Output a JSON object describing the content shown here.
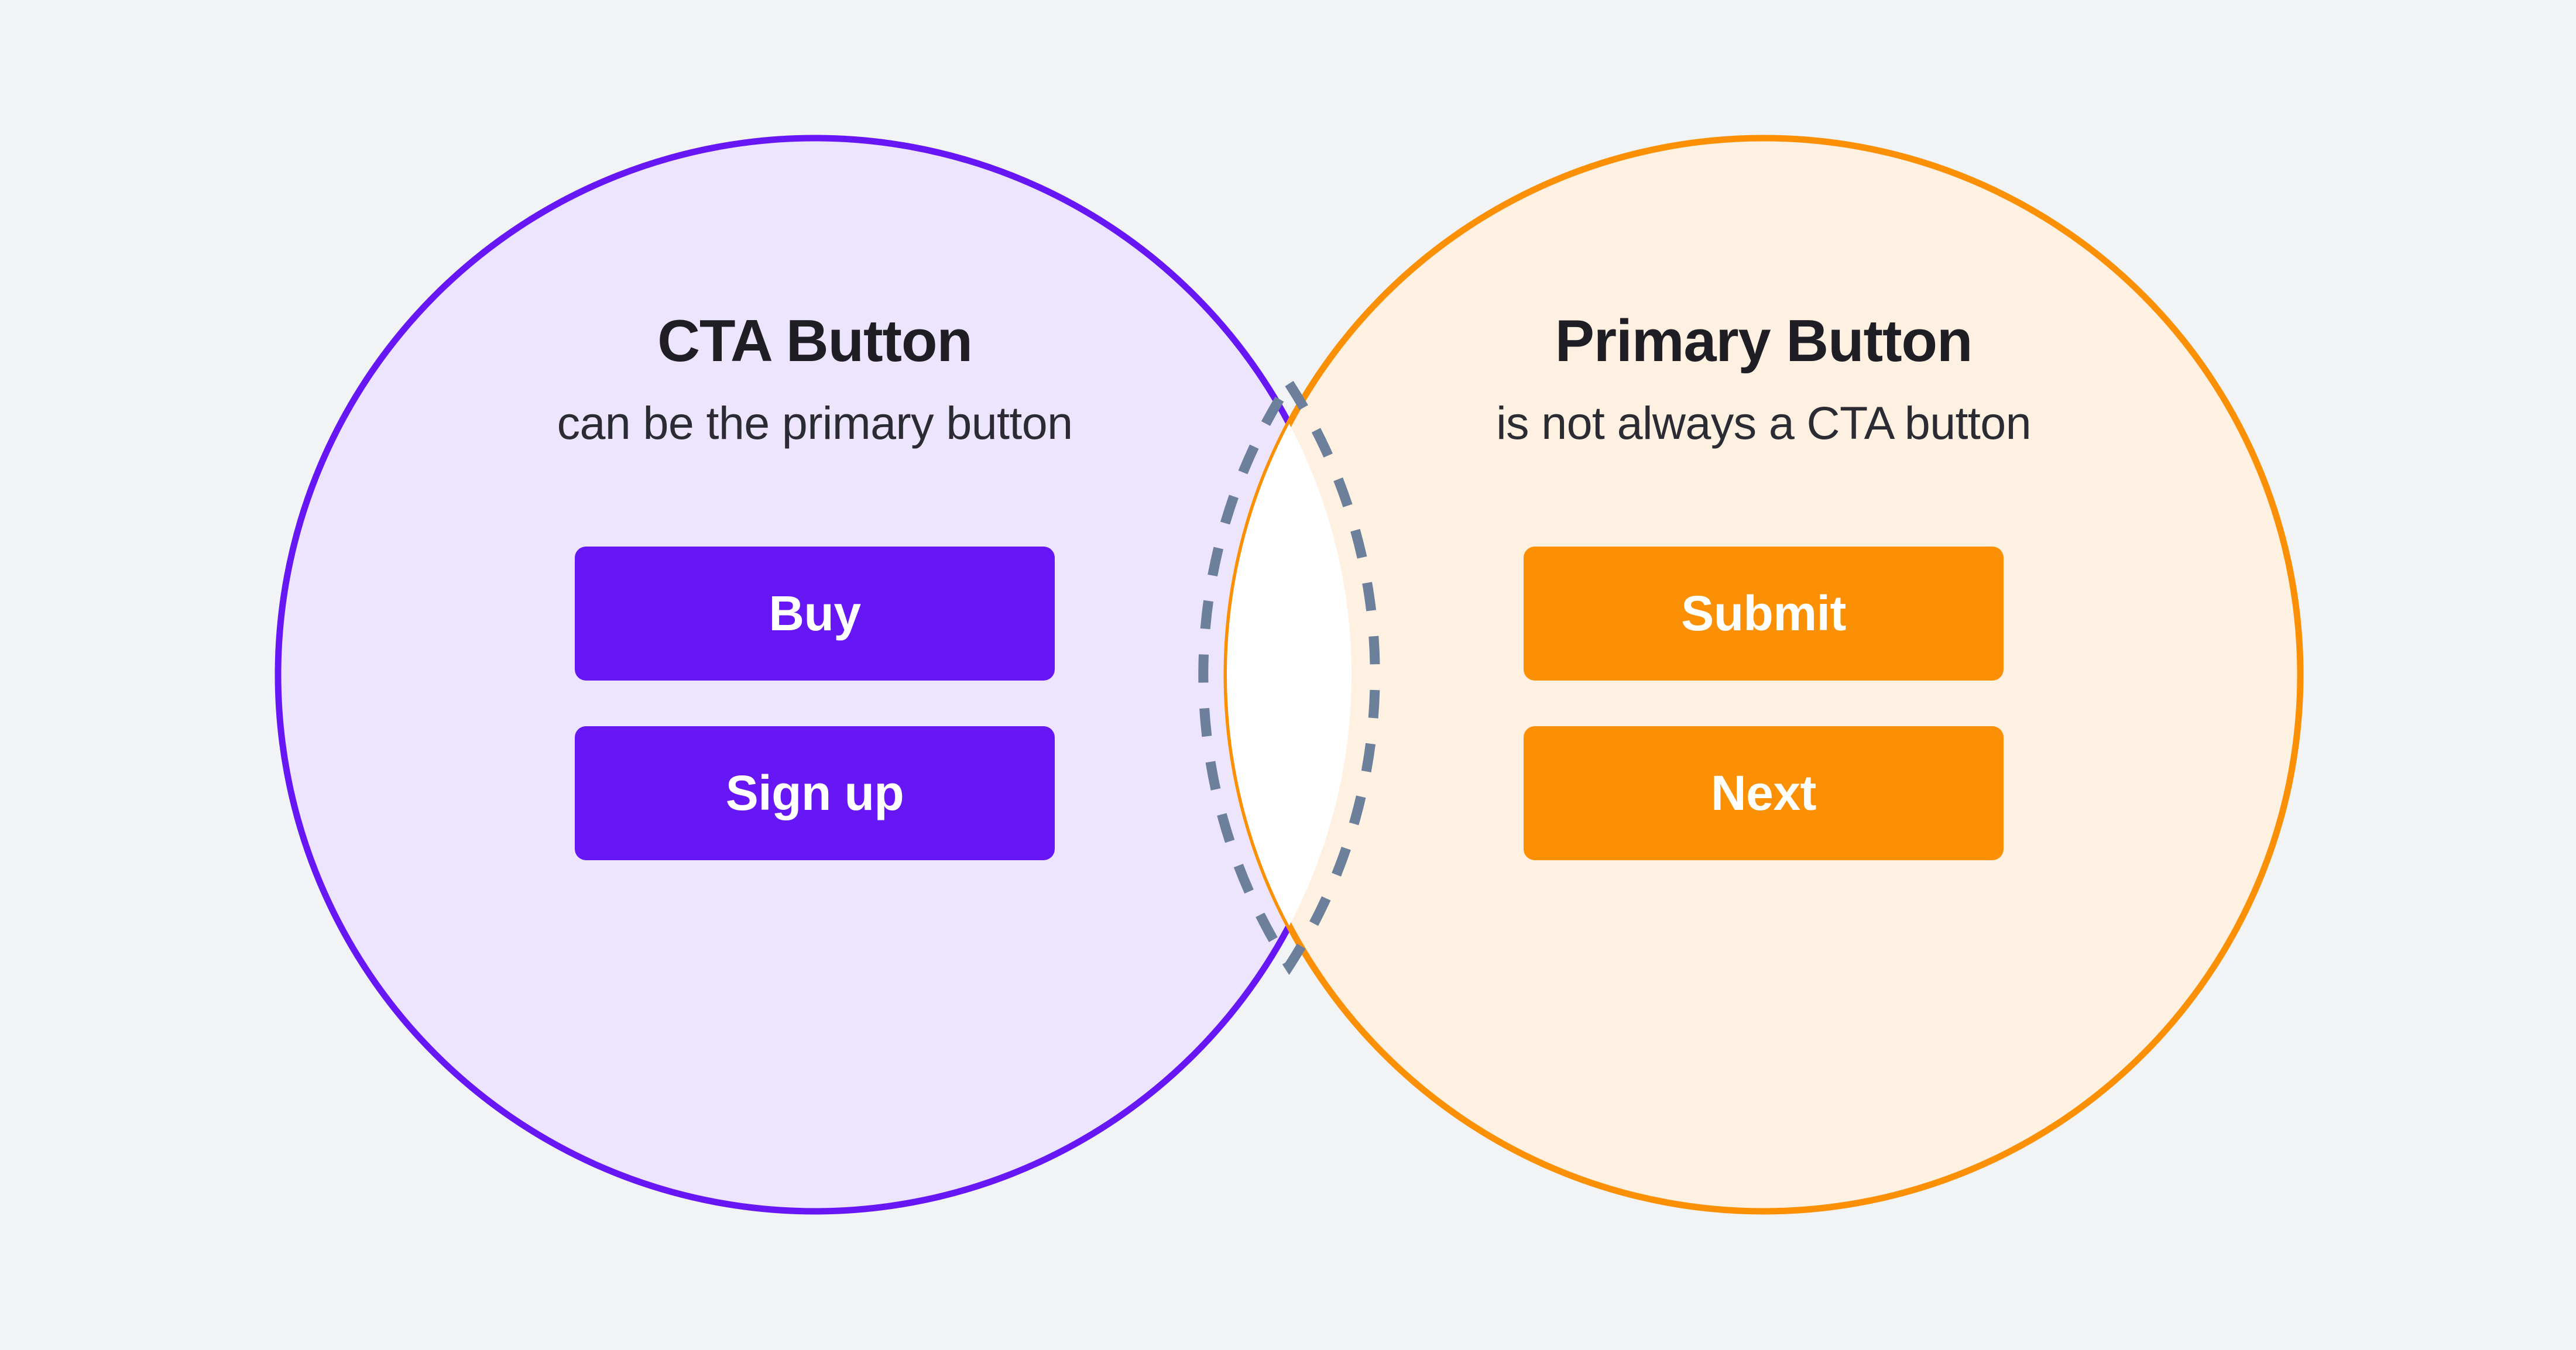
{
  "diagram": {
    "type": "venn-two-set",
    "background_color": "#F2F3F5",
    "title_text_color": "#1E1E24",
    "subtitle_text_color": "#2B2B33",
    "intersection": {
      "fill_color": "#FFFFFF",
      "stroke_color": "#6C7F9B",
      "stroke_style": "dashed",
      "label": ""
    }
  },
  "left_set": {
    "name": "cta-button-set",
    "title": "CTA Button",
    "subtitle": "can be the primary button",
    "circle_fill": "#EDE4FD",
    "circle_stroke": "#6717F5",
    "accent_color": "#6717F5",
    "buttons": [
      {
        "label": "Buy"
      },
      {
        "label": "Sign up"
      }
    ]
  },
  "right_set": {
    "name": "primary-button-set",
    "title": "Primary Button",
    "subtitle": "is not always a CTA button",
    "circle_fill": "#FEF1E2",
    "circle_stroke": "#FB9004",
    "accent_color": "#FB9004",
    "buttons": [
      {
        "label": "Submit"
      },
      {
        "label": "Next"
      }
    ]
  }
}
